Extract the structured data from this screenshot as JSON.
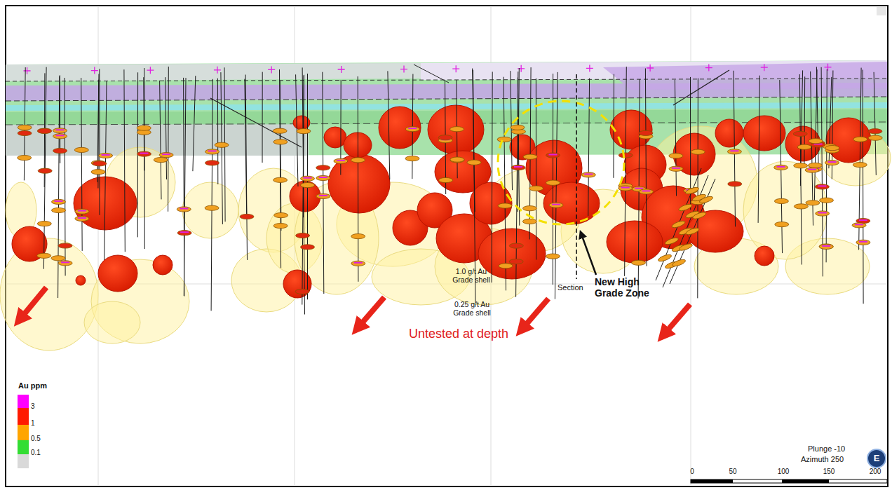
{
  "diagram": {
    "labels": [
      "1.0 g/t Au Grade shell",
      "0.25 g/t Au Grade shell",
      "Section",
      "New High Grade Zone",
      "Untested at depth",
      "Au ppm",
      "Plunge -10",
      "Azimuth 250",
      "E",
      "0",
      "50",
      "100",
      "150",
      "200"
    ],
    "legend": [
      {
        "text": "3",
        "color": "#ff00ff"
      },
      {
        "text": "1",
        "color": "#ff1a00"
      },
      {
        "text": "0.5",
        "color": "#ffa500"
      },
      {
        "text": "0.1",
        "color": "#33dd33"
      }
    ]
  }
}
